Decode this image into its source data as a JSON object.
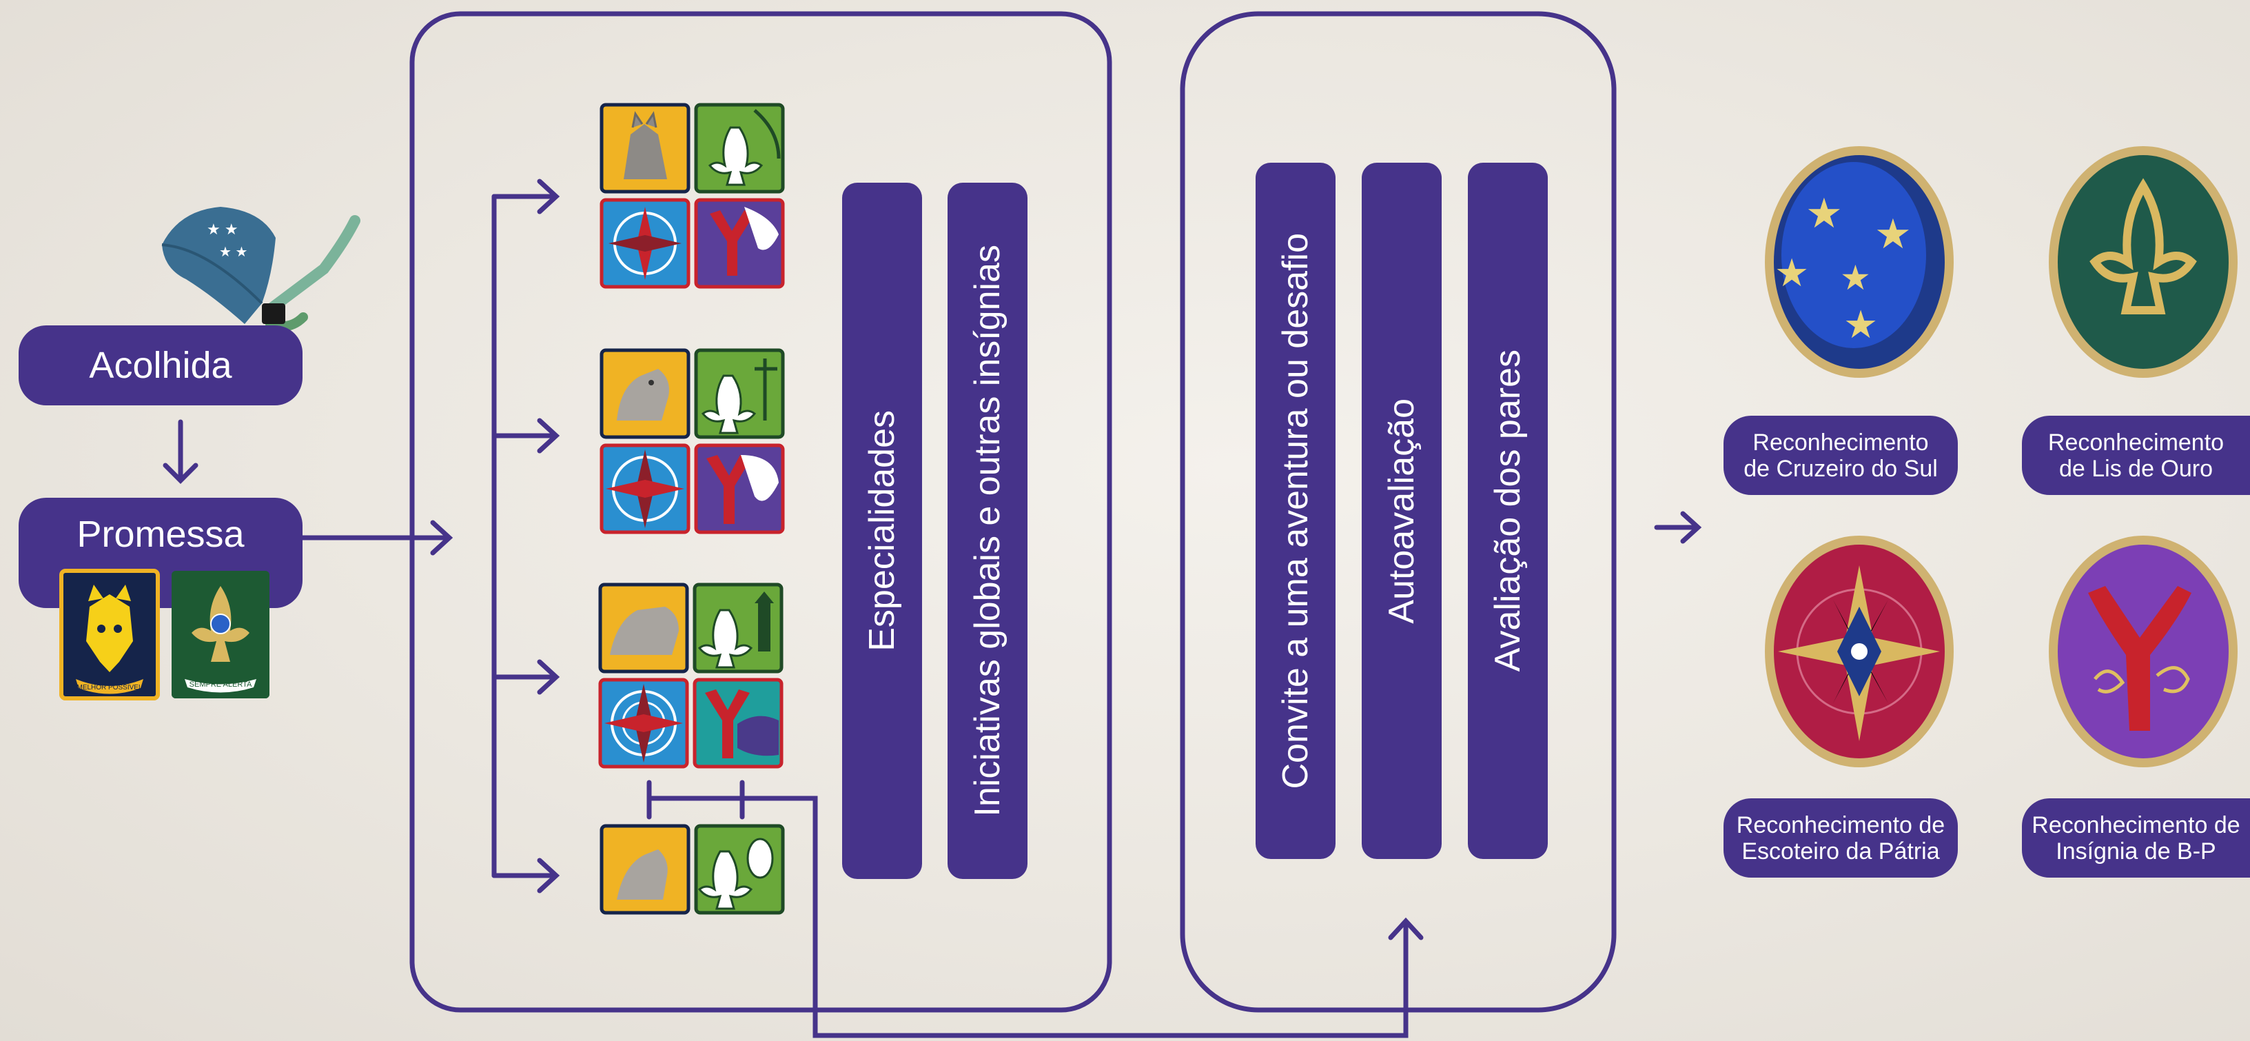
{
  "entry": {
    "welcome_label": "Acolhida",
    "promise_label": "Promessa",
    "promise_badge_texts": [
      "MELHOR POSSÍVEL",
      "SEMPRE ALERTA"
    ]
  },
  "middle_panel": {
    "bars": [
      "Especialidades",
      "Iniciativas globais e outras insígnias"
    ]
  },
  "right_panel": {
    "bars": [
      "Convite a uma aventura ou desafio",
      "Autoavaliação",
      "Avaliação dos pares"
    ]
  },
  "recognitions": [
    {
      "line1": "Reconhecimento",
      "line2": "de Cruzeiro do Sul"
    },
    {
      "line1": "Reconhecimento",
      "line2": "de Lis de Ouro"
    },
    {
      "line1": "Reconhecimento de",
      "line2": "Escoteiro da Pátria"
    },
    {
      "line1": "Reconhecimento de",
      "line2": "Insígnia de B-P"
    }
  ],
  "colors": {
    "primary": "#46338a",
    "badge_yellow": "#f0b324",
    "badge_green": "#6aa83a",
    "badge_blue": "#2a8fd0",
    "badge_red": "#c8232c",
    "badge_purple": "#5a3f9a"
  }
}
